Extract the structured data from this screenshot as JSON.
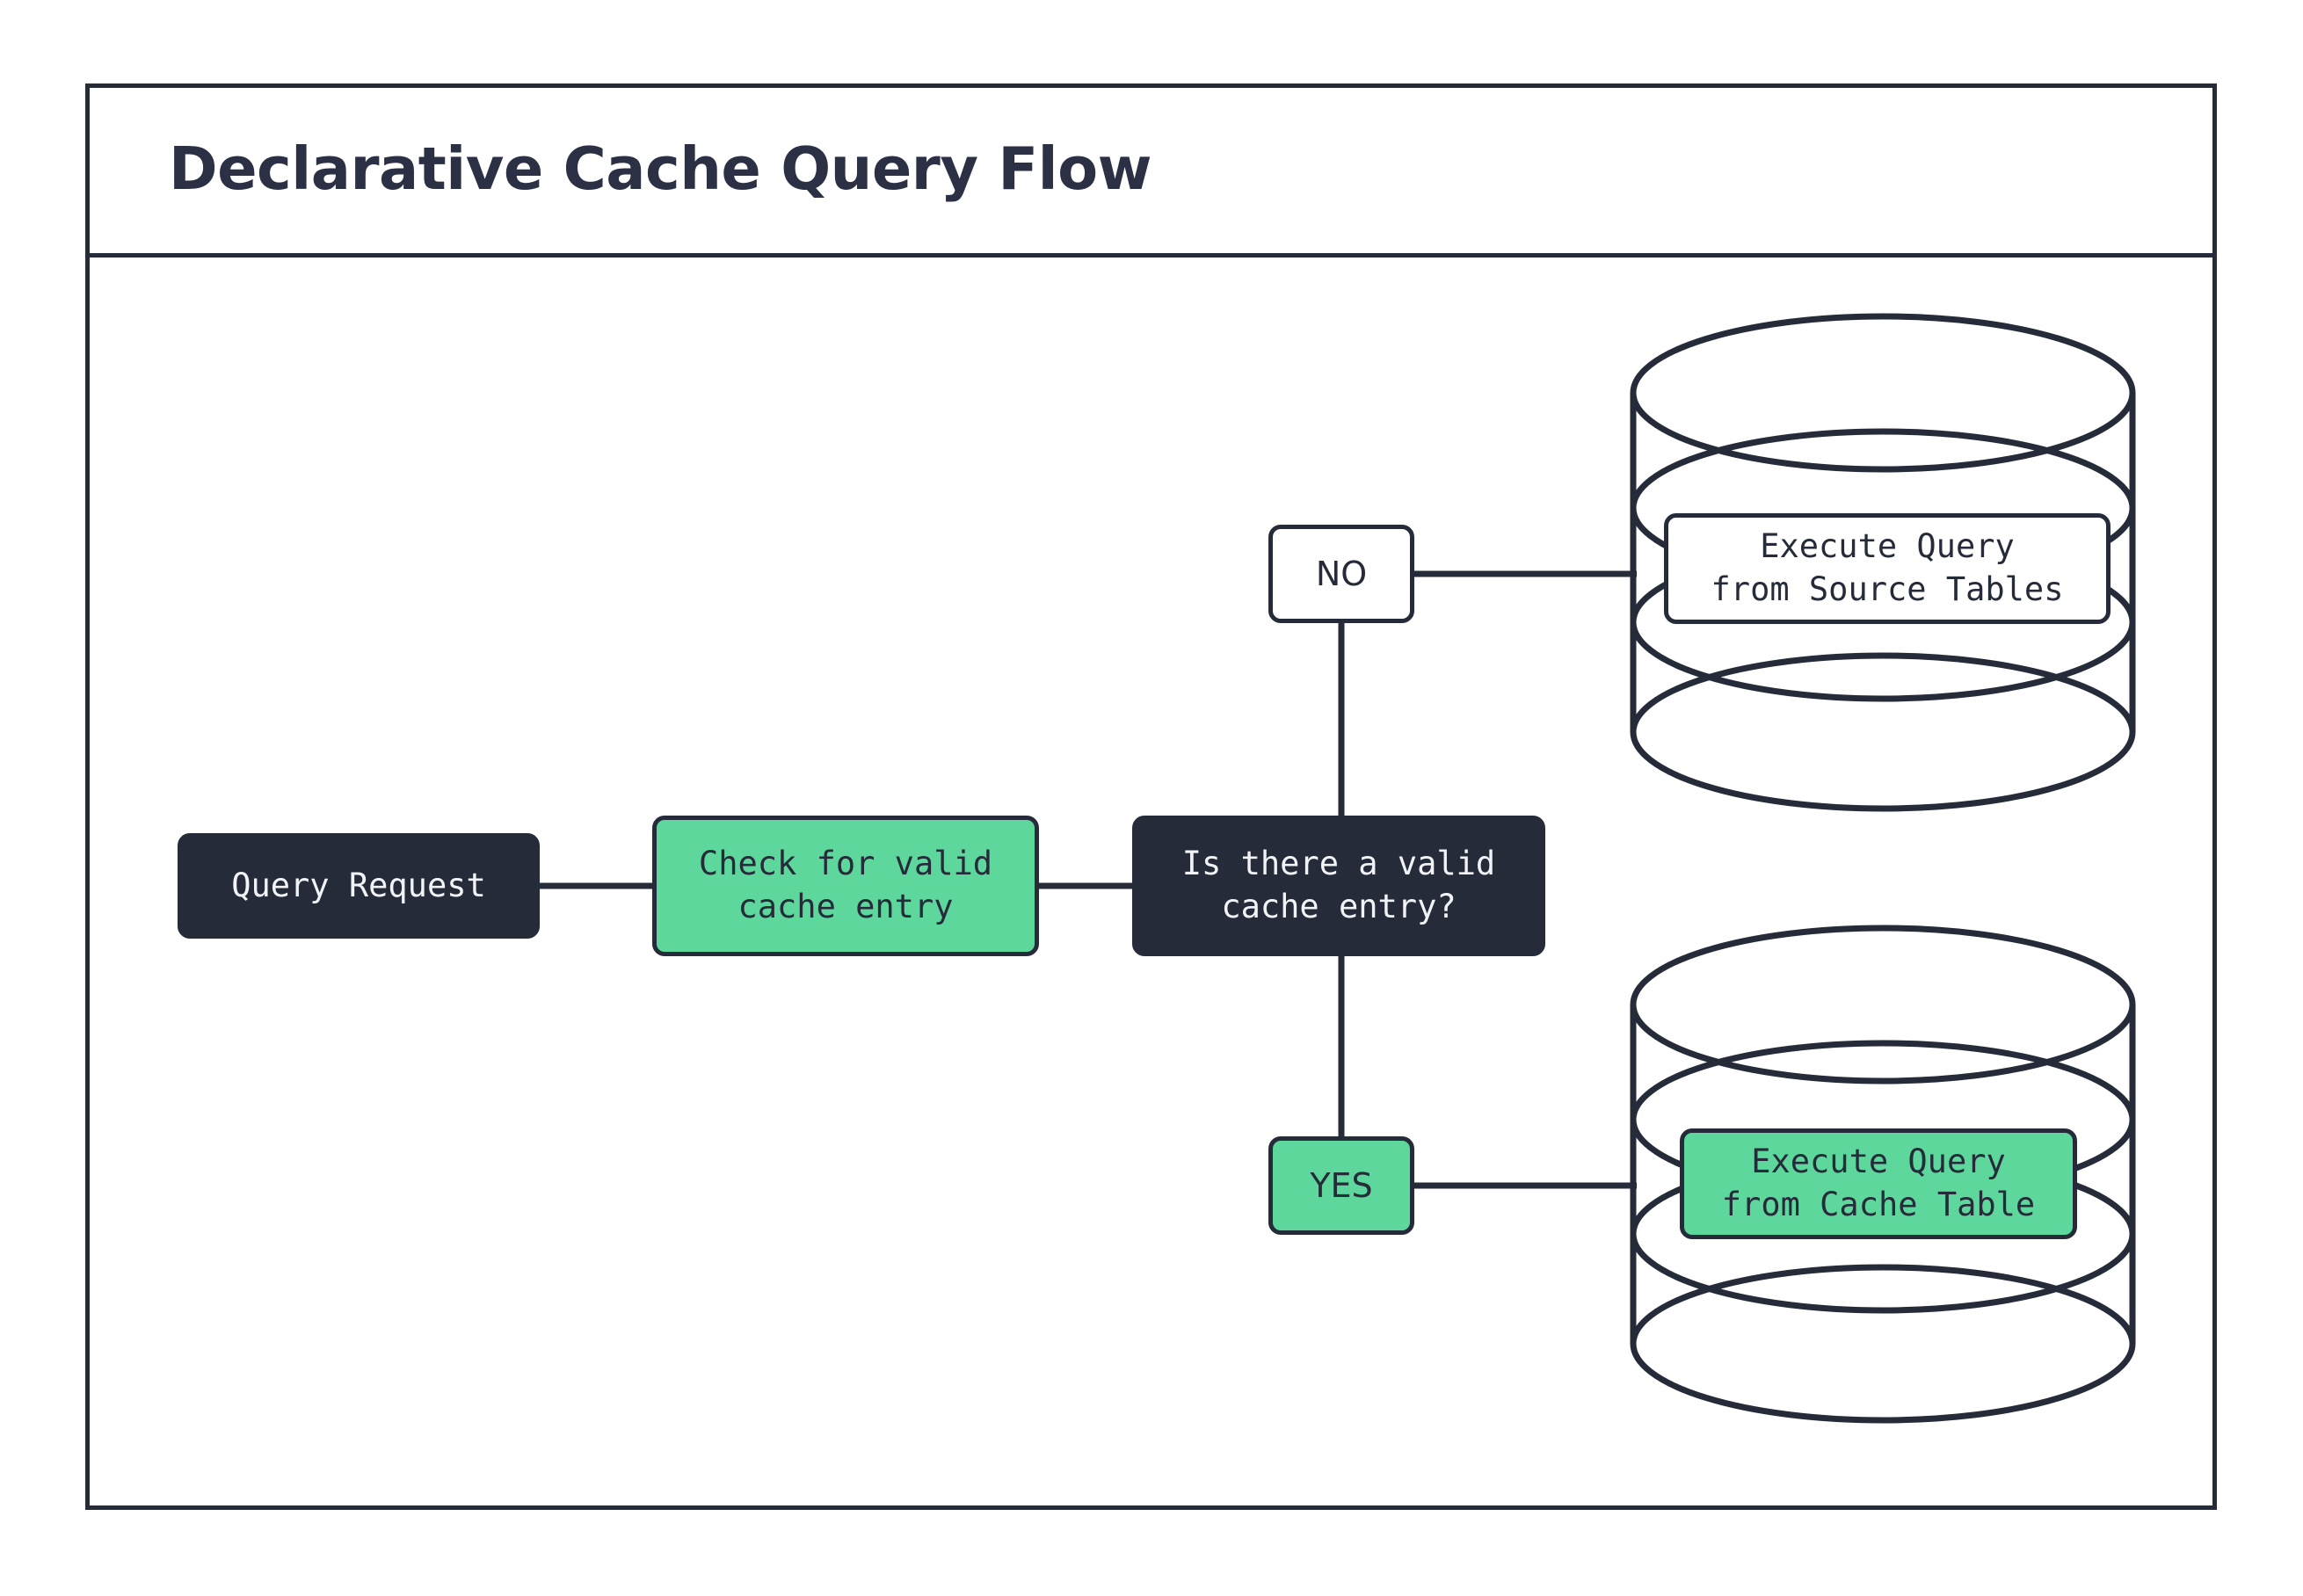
{
  "diagram": {
    "title": "Declarative Cache Query Flow",
    "type": "flowchart",
    "colors": {
      "dark": "#262b3a",
      "green": "#5ed79d",
      "white": "#ffffff",
      "title_text": "#2b3044"
    },
    "nodes": [
      {
        "id": "query-request",
        "label": "Query Request",
        "shape": "rounded-rect",
        "fill": "dark"
      },
      {
        "id": "check-cache",
        "label": "Check for valid\ncache entry",
        "shape": "rounded-rect",
        "fill": "green"
      },
      {
        "id": "decision",
        "label": "Is there a valid\ncache entry?",
        "shape": "rounded-rect",
        "fill": "dark"
      },
      {
        "id": "source-tables",
        "label": "Execute Query\nfrom Source Tables",
        "shape": "database-cylinder",
        "fill": "white"
      },
      {
        "id": "cache-table",
        "label": "Execute Query\nfrom Cache Table",
        "shape": "database-cylinder",
        "fill": "green"
      }
    ],
    "edges": [
      {
        "from": "query-request",
        "to": "check-cache",
        "label": ""
      },
      {
        "from": "check-cache",
        "to": "decision",
        "label": ""
      },
      {
        "from": "decision",
        "to": "source-tables",
        "label": "NO"
      },
      {
        "from": "decision",
        "to": "cache-table",
        "label": "YES"
      }
    ],
    "badges": {
      "no": "NO",
      "yes": "YES"
    }
  }
}
